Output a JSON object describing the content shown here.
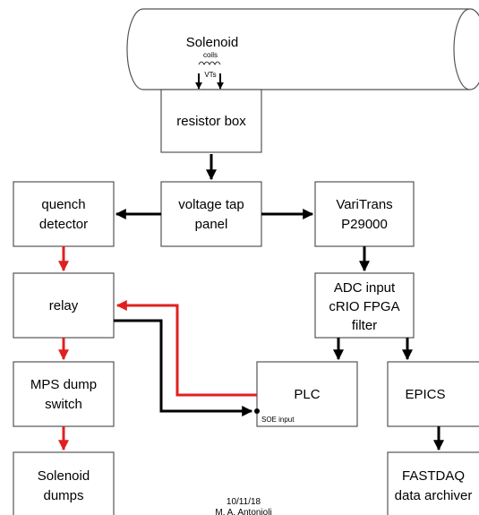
{
  "colors": {
    "arrow_black": "#000000",
    "arrow_red": "#e02020",
    "box_stroke": "#555555"
  },
  "nodes": {
    "solenoid": {
      "label": "Solenoid",
      "coils": "coils",
      "vts": "VTs"
    },
    "resistor_box": {
      "lines": [
        "resistor box"
      ]
    },
    "voltage_tap_panel": {
      "lines": [
        "voltage tap",
        "panel"
      ]
    },
    "quench_detector": {
      "lines": [
        "quench",
        "detector"
      ]
    },
    "varitrans": {
      "lines": [
        "VariTrans",
        "P29000"
      ]
    },
    "relay": {
      "lines": [
        "relay"
      ]
    },
    "adc": {
      "lines": [
        "ADC input",
        "cRIO FPGA",
        "filter"
      ]
    },
    "mps_dump_switch": {
      "lines": [
        "MPS dump",
        "switch"
      ]
    },
    "plc": {
      "lines": [
        "PLC"
      ],
      "soe_label": "SOE input"
    },
    "epics": {
      "lines": [
        "EPICS"
      ]
    },
    "solenoid_dumps": {
      "lines": [
        "Solenoid",
        "dumps"
      ]
    },
    "fastdaq": {
      "lines": [
        "FASTDAQ",
        "data archiver"
      ]
    }
  },
  "footer": {
    "date": "10/11/18",
    "author": "M. A. Antonioli"
  }
}
